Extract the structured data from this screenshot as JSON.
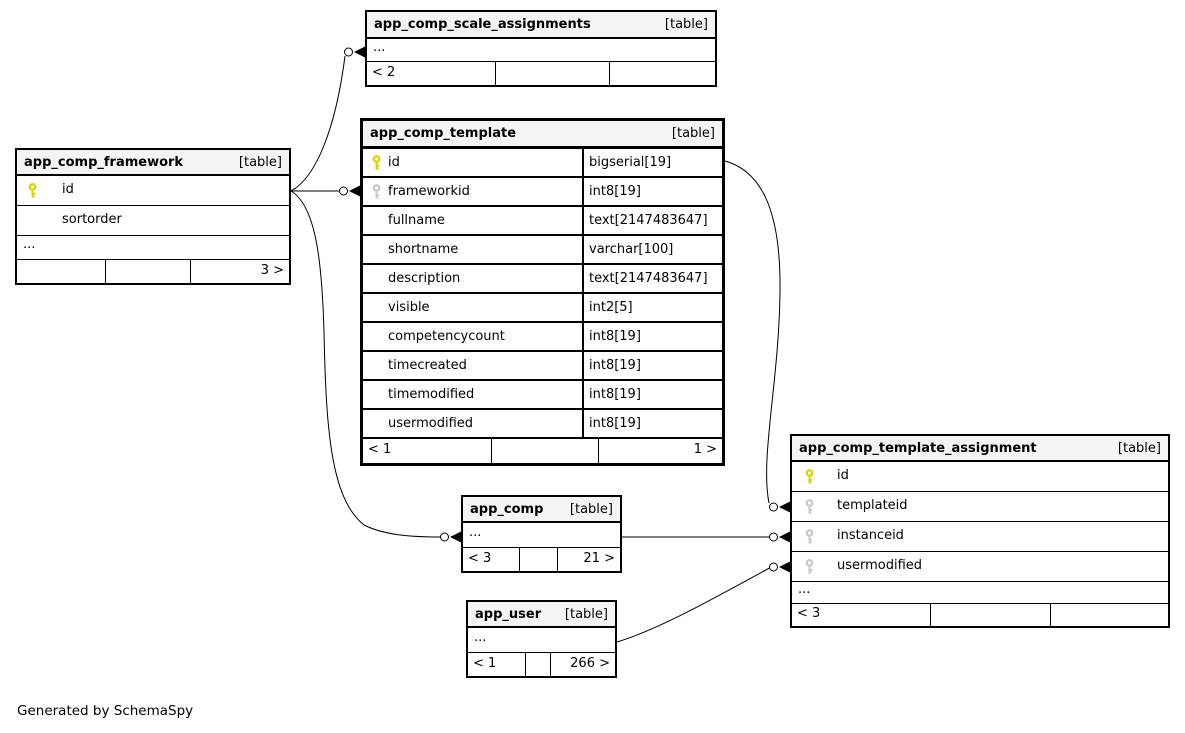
{
  "generated_by": "Generated by SchemaSpy",
  "colors": {
    "border": "#000000",
    "header_bg": "#f4f4f4",
    "pk_icon": "#d6d600",
    "fk_icon": "#c9c9c9",
    "background": "#ffffff"
  },
  "tables": [
    {
      "name": "app_comp_scale_assignments",
      "badge": "[table]",
      "rows": [],
      "ellipsis": true,
      "footer": {
        "left": "< 2",
        "right": ""
      }
    },
    {
      "name": "app_comp_framework",
      "badge": "[table]",
      "rows": [
        {
          "key": "pk",
          "name": "id",
          "type": ""
        },
        {
          "key": null,
          "name": "sortorder",
          "type": ""
        }
      ],
      "ellipsis": true,
      "footer": {
        "left": "",
        "right": "3 >"
      }
    },
    {
      "name": "app_comp_template",
      "badge": "[table]",
      "rows": [
        {
          "key": "pk",
          "name": "id",
          "type": "bigserial[19]"
        },
        {
          "key": "fk",
          "name": "frameworkid",
          "type": "int8[19]"
        },
        {
          "key": null,
          "name": "fullname",
          "type": "text[2147483647]"
        },
        {
          "key": null,
          "name": "shortname",
          "type": "varchar[100]"
        },
        {
          "key": null,
          "name": "description",
          "type": "text[2147483647]"
        },
        {
          "key": null,
          "name": "visible",
          "type": "int2[5]"
        },
        {
          "key": null,
          "name": "competencycount",
          "type": "int8[19]"
        },
        {
          "key": null,
          "name": "timecreated",
          "type": "int8[19]"
        },
        {
          "key": null,
          "name": "timemodified",
          "type": "int8[19]"
        },
        {
          "key": null,
          "name": "usermodified",
          "type": "int8[19]"
        }
      ],
      "ellipsis": false,
      "footer": {
        "left": "< 1",
        "right": "1 >"
      }
    },
    {
      "name": "app_comp_template_assignment",
      "badge": "[table]",
      "rows": [
        {
          "key": "pk",
          "name": "id",
          "type": ""
        },
        {
          "key": "fk",
          "name": "templateid",
          "type": ""
        },
        {
          "key": "fk",
          "name": "instanceid",
          "type": ""
        },
        {
          "key": "fk",
          "name": "usermodified",
          "type": ""
        }
      ],
      "ellipsis": true,
      "footer": {
        "left": "< 3",
        "right": ""
      }
    },
    {
      "name": "app_comp",
      "badge": "[table]",
      "rows": [],
      "ellipsis": true,
      "footer": {
        "left": "< 3",
        "right": "21 >"
      }
    },
    {
      "name": "app_user",
      "badge": "[table]",
      "rows": [],
      "ellipsis": true,
      "footer": {
        "left": "< 1",
        "right": "266 >"
      }
    }
  ],
  "relationships": [
    {
      "from_table": "app_comp_framework",
      "from_column": "id",
      "to_table": "app_comp_scale_assignments",
      "to_column": "..."
    },
    {
      "from_table": "app_comp_framework",
      "from_column": "id",
      "to_table": "app_comp_template",
      "to_column": "frameworkid"
    },
    {
      "from_table": "app_comp_framework",
      "from_column": "id",
      "to_table": "app_comp",
      "to_column": "..."
    },
    {
      "from_table": "app_comp_template",
      "from_column": "id",
      "to_table": "app_comp_template_assignment",
      "to_column": "templateid"
    },
    {
      "from_table": "app_comp",
      "from_column": "...",
      "to_table": "app_comp_template_assignment",
      "to_column": "instanceid"
    },
    {
      "from_table": "app_user",
      "from_column": "...",
      "to_table": "app_comp_template_assignment",
      "to_column": "usermodified"
    }
  ]
}
